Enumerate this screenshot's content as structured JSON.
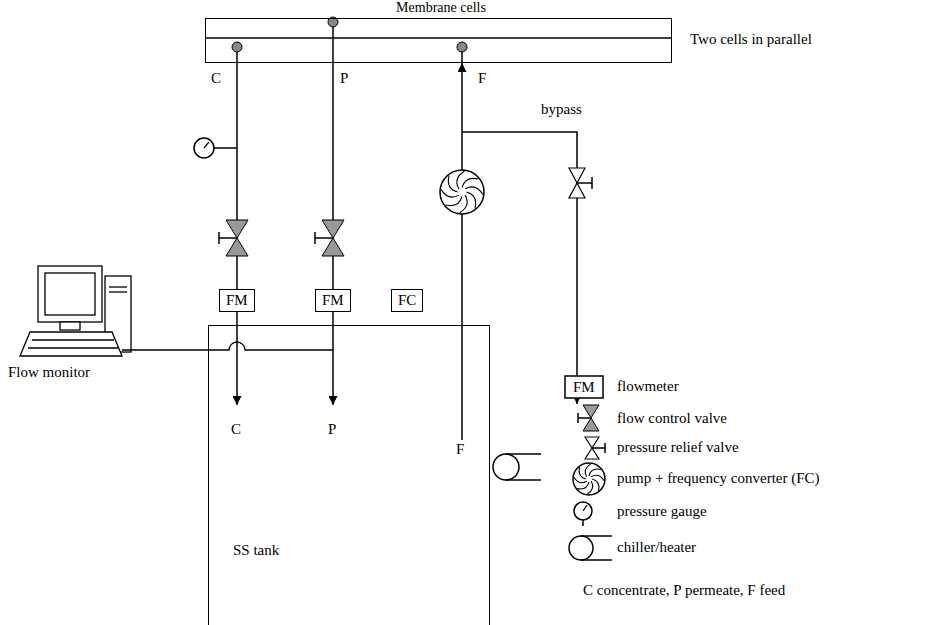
{
  "diagram": {
    "nodes": [
      {
        "text": [
          "Membrane cells"
        ]
      },
      {
        "text": [
          "FM"
        ]
      },
      {
        "text": [
          "FM"
        ]
      },
      {
        "text": [
          "FC"
        ]
      },
      {
        "text": [
          "SS tank"
        ]
      }
    ],
    "edges": [
      {
        "from": 0,
        "to": 1,
        "arrow": "none"
      },
      {
        "from": 1,
        "to": 4,
        "arrow": "to"
      },
      {
        "from": 0,
        "to": 2,
        "arrow": "none"
      },
      {
        "from": 2,
        "to": 4,
        "arrow": "to"
      },
      {
        "from": 4,
        "to": 0,
        "arrow": "to"
      }
    ],
    "labels": [
      "Two cells in parallel",
      "C",
      "P",
      "F",
      "bypass",
      "FM",
      "Flow monitor",
      "C",
      "P",
      "F",
      "C concentrate, P permeate, F feed"
    ],
    "legend": [
      {
        "text": "flowmeter"
      },
      {
        "text": "flow control valve"
      },
      {
        "text": "pressure relief valve"
      },
      {
        "text": "pump + frequency converter (FC)"
      },
      {
        "text": "pressure gauge"
      },
      {
        "text": "chiller/heater"
      }
    ]
  }
}
